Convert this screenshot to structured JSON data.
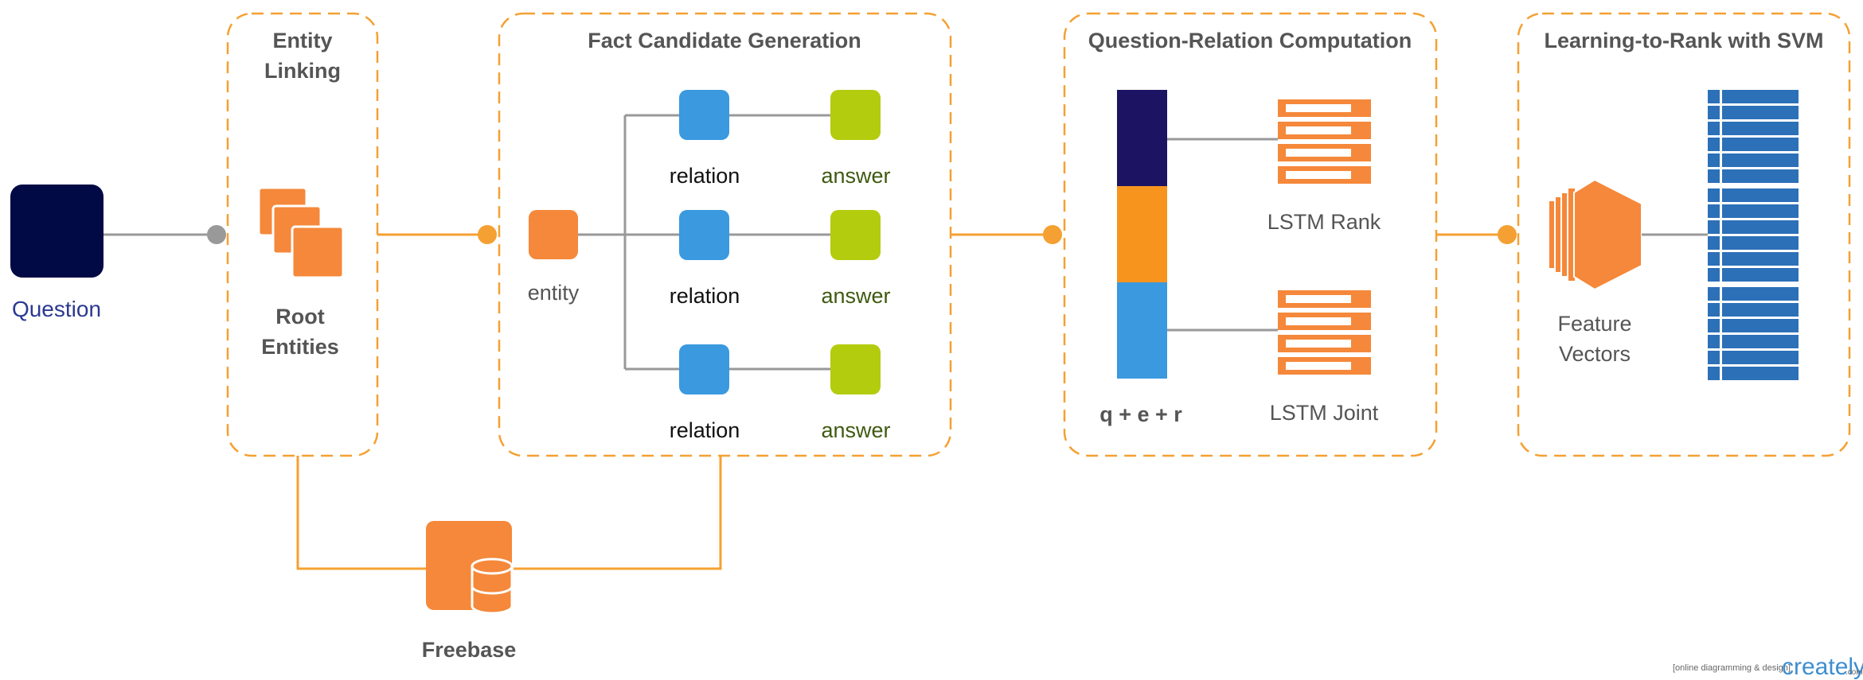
{
  "stages": {
    "entity_linking": {
      "title_line1": "Entity",
      "title_line2": "Linking",
      "label_line1": "Root",
      "label_line2": "Entities"
    },
    "fact_candidate": {
      "title": "Fact Candidate Generation",
      "entity_label": "entity",
      "relation_label": "relation",
      "answer_label": "answer"
    },
    "question_relation": {
      "title": "Question-Relation Computation",
      "lstm_rank_label": "LSTM Rank",
      "lstm_joint_label": "LSTM Joint",
      "vector_label": "q + e + r"
    },
    "learning_to_rank": {
      "title": "Learning-to-Rank with SVM",
      "label_line1": "Feature",
      "label_line2": "Vectors"
    }
  },
  "question": {
    "label": "Question"
  },
  "freebase": {
    "label": "Freebase"
  },
  "watermark": {
    "small": "[online diagramming & design]",
    "brand": "creately",
    "suffix": ".com"
  },
  "colors": {
    "orange": "#f5a032",
    "orange_fill": "#f5883a",
    "navy": "#020a45",
    "dark_purple": "#1c1462",
    "blue": "#3a99df",
    "green": "#b3cc0e",
    "gray_line": "#999999",
    "svm_blue": "#2c70b8"
  }
}
